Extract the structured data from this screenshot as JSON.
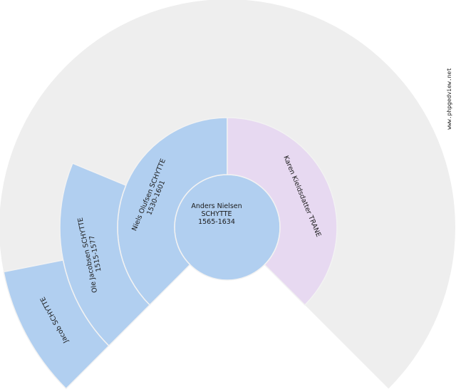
{
  "colors": {
    "background_fan": "#eeeeee",
    "male": "#b1cff0",
    "female": "#e7d9f1",
    "border": "#f2f2f2"
  },
  "watermark": "www.phpgedview.net",
  "people": [
    {
      "id": "root",
      "gen": 0,
      "slot": 0,
      "lines": [
        "Anders Nielsen",
        "SCHYTTE",
        "1565-1634"
      ],
      "sex": "male"
    },
    {
      "id": "father",
      "gen": 1,
      "slot": 0,
      "lines": [
        "Niels Olufsen SCHYTTE",
        "1530-1601"
      ],
      "sex": "male"
    },
    {
      "id": "mother",
      "gen": 1,
      "slot": 1,
      "lines": [
        "Karen Kieldsdatter TRANE"
      ],
      "sex": "female"
    },
    {
      "id": "paternal-grandfather",
      "gen": 2,
      "slot": 0,
      "lines": [
        "Ole Jacobsen SCHYTTE",
        "1515-1577"
      ],
      "sex": "male"
    },
    {
      "id": "great-grandfather",
      "gen": 3,
      "slot": 0,
      "lines": [
        "Jacob SCHYTTE"
      ],
      "sex": "male"
    }
  ]
}
